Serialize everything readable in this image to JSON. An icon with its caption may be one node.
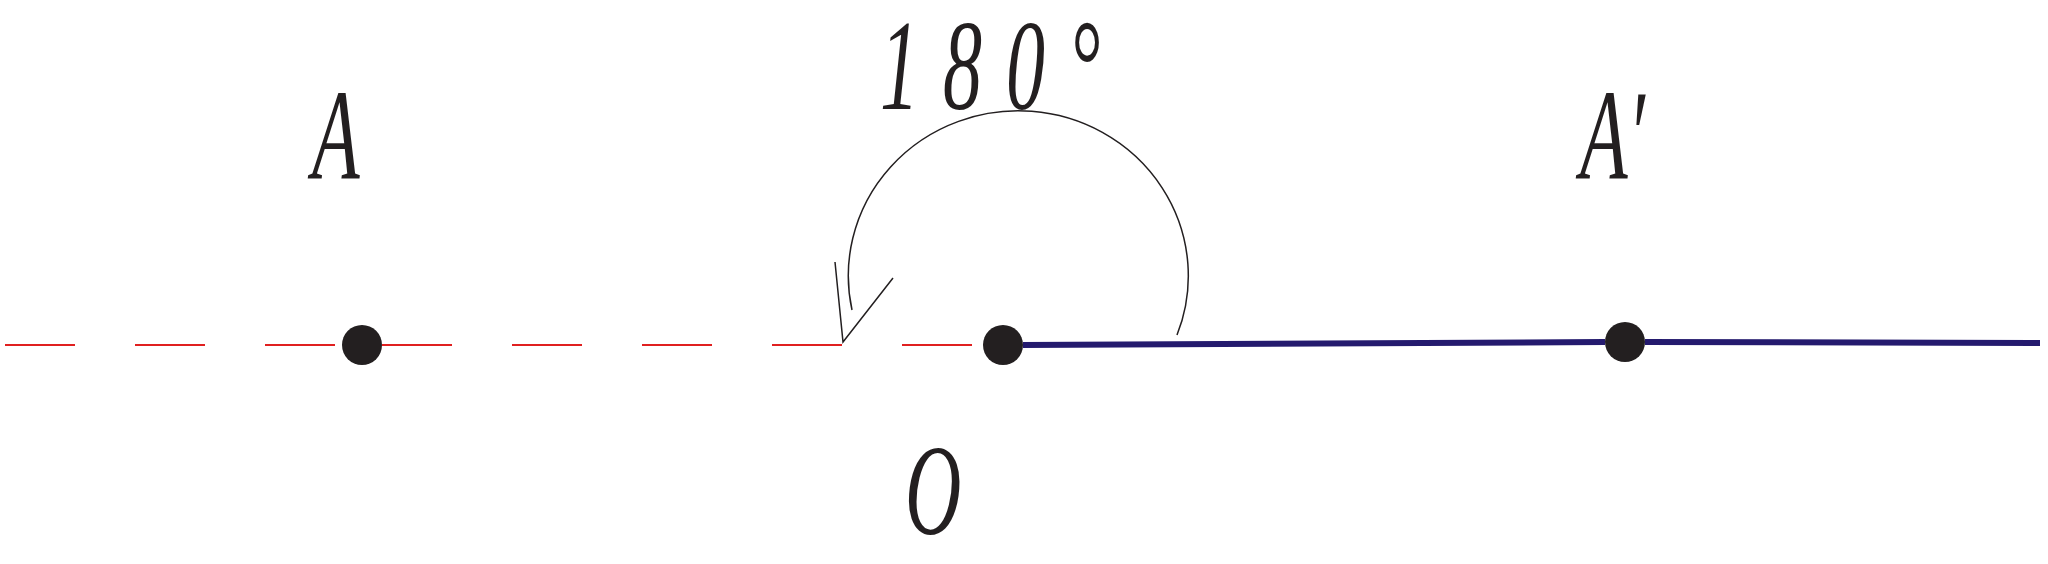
{
  "diagram": {
    "nodes": [
      {
        "text": [
          "A"
        ]
      },
      {
        "text": [
          "O"
        ]
      },
      {
        "text": [
          "A′"
        ]
      }
    ],
    "edges": [
      {
        "from": null,
        "to": 0,
        "arrow": "none",
        "style": "dashed",
        "color": "#e02020"
      },
      {
        "from": 0,
        "to": 1,
        "arrow": "none",
        "style": "dashed",
        "color": "#e02020"
      },
      {
        "from": 1,
        "to": 2,
        "arrow": "none",
        "style": "thick",
        "color": "#241a6e"
      },
      {
        "from": 2,
        "to": null,
        "arrow": "none",
        "style": "thick",
        "color": "#241a6e"
      }
    ],
    "labels": [
      "180°"
    ]
  }
}
